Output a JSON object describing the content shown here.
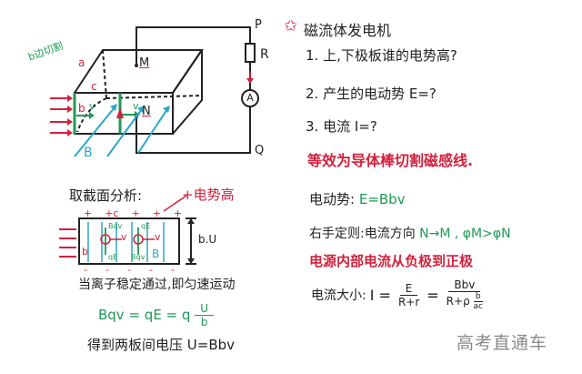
{
  "title": "磁流体发电机",
  "star_icon": "star-icon",
  "questions": [
    "1. 上,下极板谁的电势高?",
    "2. 产生的电动势 E=?",
    "3. 电流 I=?"
  ],
  "equivalence_note": "等效为导体棒切割磁感线.",
  "emf": {
    "label": "电动势:",
    "formula": "E=Bbv"
  },
  "right_hand_rule": {
    "label": "右手定则:电流方向",
    "formula": "N→M , φM>φN"
  },
  "source_note": "电源内部电流从负极到正极",
  "current": {
    "label": "电流大小:",
    "lhs": "I =",
    "frac1": {
      "num": "E",
      "den": "R+r"
    },
    "eq": "=",
    "frac2": {
      "num": "Bbv",
      "den_prefix": "R+ρ",
      "den_frac": {
        "num": "b",
        "den": "ac"
      }
    }
  },
  "diagram3d": {
    "labels": {
      "P": "P",
      "Q": "Q",
      "R": "R",
      "A": "A",
      "M": "M",
      "N": "N",
      "a": "a",
      "b": "b",
      "c": "c",
      "v": "v",
      "B": "B"
    },
    "cut_note": "b边切割"
  },
  "cross_section": {
    "title": "取截面分析:",
    "plus_note": "+电势高",
    "height_label": "b.U",
    "top_signs": [
      "+",
      "+c",
      "+",
      "+",
      "+"
    ],
    "bottom_signs": [
      "-",
      "-",
      "-",
      "-",
      "-"
    ],
    "force_labels": [
      "Bqv",
      "qE",
      "qE",
      "Bqv"
    ],
    "v_label": "v",
    "b_label": "b",
    "B_label": "B"
  },
  "steady_note": "当离子稳定通过,即匀速运动",
  "balance_formula": {
    "lhs": "Bqv = qE = q",
    "num": "U",
    "den": "b"
  },
  "result": {
    "label": "得到两板间电压",
    "formula": "U=Bbv"
  },
  "watermark": "高考直通车",
  "colors": {
    "red": "#d4213d",
    "green": "#1f9a55",
    "blue": "#2aa6c9",
    "black": "#222222"
  }
}
